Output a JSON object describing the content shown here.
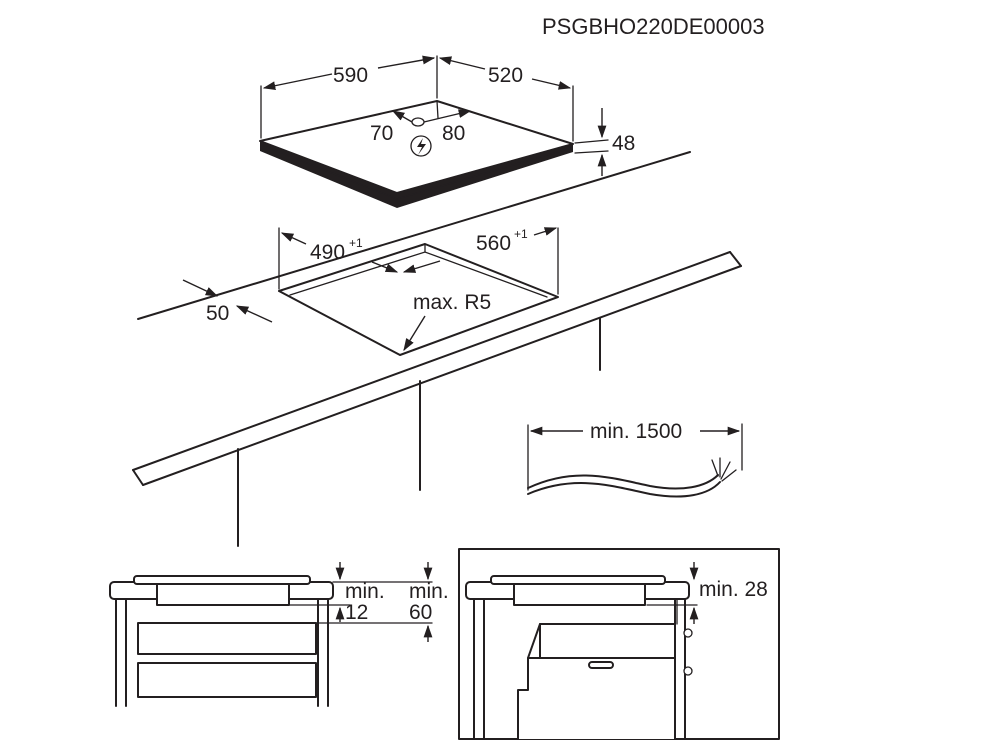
{
  "code": "PSGBHO220DE00003",
  "dimensions": {
    "hob_width": "590",
    "hob_depth": "520",
    "hob_height": "48",
    "conn_left": "70",
    "conn_right": "80",
    "cutout_depth": "490",
    "cutout_depth_tol": "+1",
    "cutout_width": "560",
    "cutout_width_tol": "+1",
    "front_margin": "50",
    "corner_radius": "max. R5",
    "cable_length": "min. 1500"
  },
  "section_left": {
    "gap_label": "min.",
    "gap_value": "12",
    "drawer_label": "min.",
    "drawer_value": "60"
  },
  "section_right": {
    "oven_label": "min. 28"
  },
  "colors": {
    "line": "#231f20",
    "background": "#ffffff"
  }
}
